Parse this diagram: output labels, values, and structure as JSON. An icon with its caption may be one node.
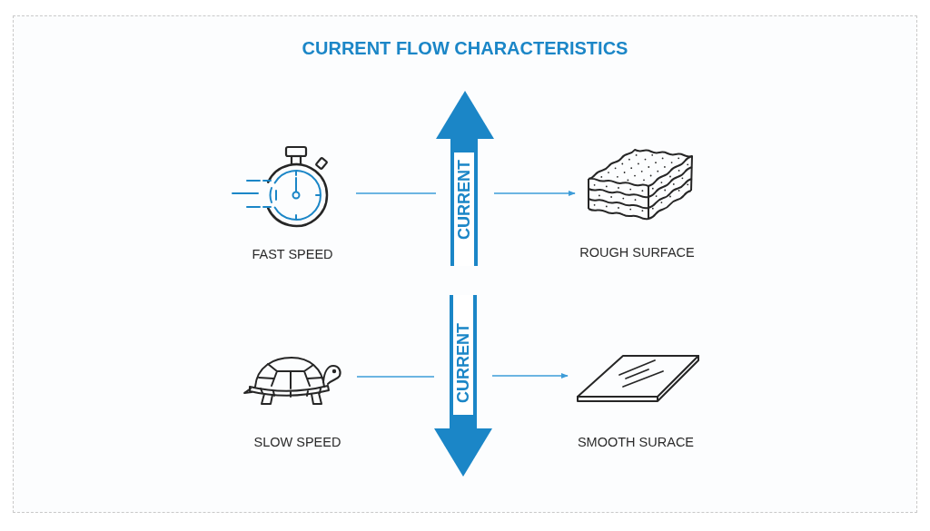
{
  "diagram": {
    "title": "CURRENT FLOW CHARACTERISTICS",
    "nodes": [
      {
        "text": [
          "FAST SPEED"
        ]
      },
      {
        "text": [
          "CURRENT"
        ]
      },
      {
        "text": [
          "ROUGH SURFACE"
        ]
      },
      {
        "text": [
          "SLOW SPEED"
        ]
      },
      {
        "text": [
          "CURRENT"
        ]
      },
      {
        "text": [
          "SMOOTH SURACE"
        ]
      }
    ],
    "edges": [
      {
        "from": 0,
        "to": 1,
        "arrow": "none"
      },
      {
        "from": 1,
        "to": 2,
        "arrow": "to"
      },
      {
        "from": 3,
        "to": 4,
        "arrow": "none"
      },
      {
        "from": 4,
        "to": 5,
        "arrow": "to"
      }
    ]
  }
}
